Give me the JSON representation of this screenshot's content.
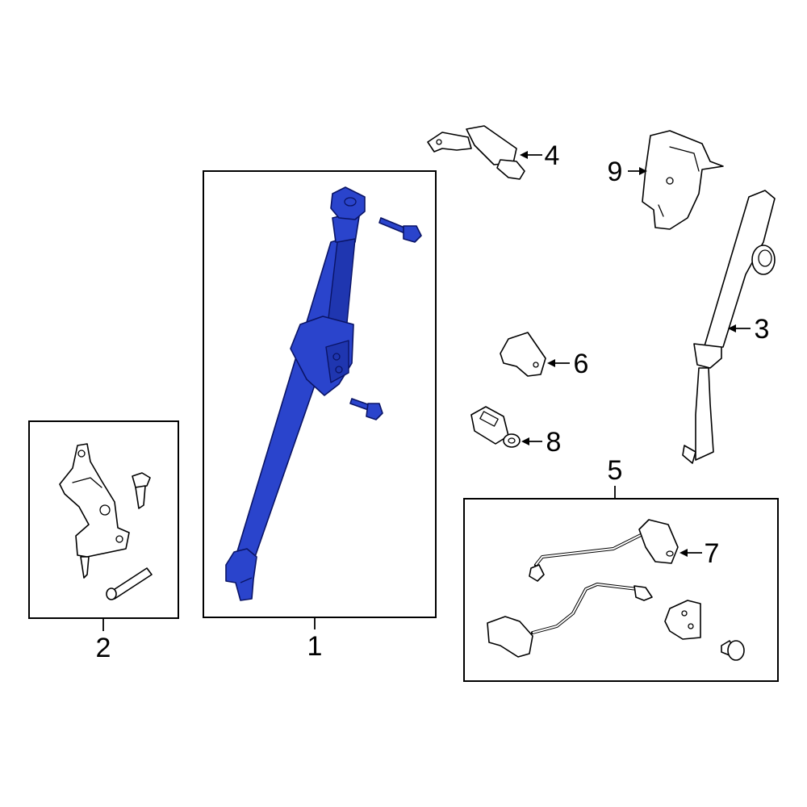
{
  "colors": {
    "highlight_part": "#2a44cc",
    "highlight_outline": "#0a1466",
    "line_art": "#000000",
    "background": "#ffffff"
  },
  "callouts": {
    "c1": "1",
    "c2": "2",
    "c3": "3",
    "c4": "4",
    "c5": "5",
    "c6": "6",
    "c7": "7",
    "c8": "8",
    "c9": "9"
  }
}
